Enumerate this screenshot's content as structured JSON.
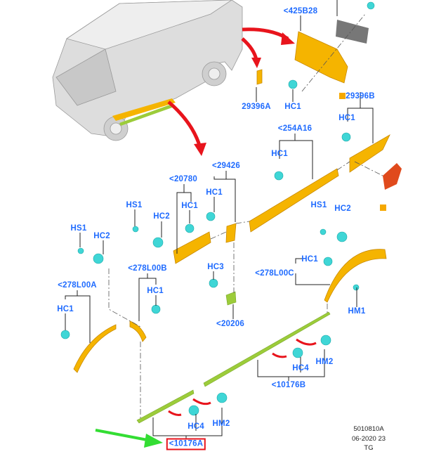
{
  "callouts": {
    "c425B28": "<425B28",
    "c29396A": "29396A",
    "hc1_top": "HC1",
    "c29396B": "29396B",
    "hc1_29396B": "HC1",
    "c254A16": "<254A16",
    "hc1_254A16": "HC1",
    "c29426": "<29426",
    "hc1_29426": "HC1",
    "c20780": "<20780",
    "hc1_20780": "HC1",
    "hs1_mid": "HS1",
    "hc2_mid": "HC2",
    "hs1_left": "HS1",
    "hc2_left": "HC2",
    "hs1_right": "HS1",
    "hc2_right": "HC2",
    "c278L00B": "<278L00B",
    "hc1_278L00B": "HC1",
    "hc3": "HC3",
    "c20206": "<20206",
    "c278L00A": "<278L00A",
    "hc1_278L00A": "HC1",
    "c278L00C": "<278L00C",
    "hc1_278L00C": "HC1",
    "hm1": "HM1",
    "hc4_b": "HC4",
    "hm2_b": "HM2",
    "c10176B": "<10176B",
    "hc4_a": "HC4",
    "hm2_a": "HM2",
    "c10176A": "<10176A"
  },
  "reference": {
    "code": "5010810A",
    "date": "06-2020 23",
    "initials": "TG"
  },
  "colors": {
    "label": "#1f6bff",
    "highlight": "#e8141c",
    "trim": "#f5b400",
    "clip": "#3fd6d6",
    "sill": "#9ccc3a",
    "arrow_red": "#e8141c",
    "arrow_green": "#33dd33"
  }
}
